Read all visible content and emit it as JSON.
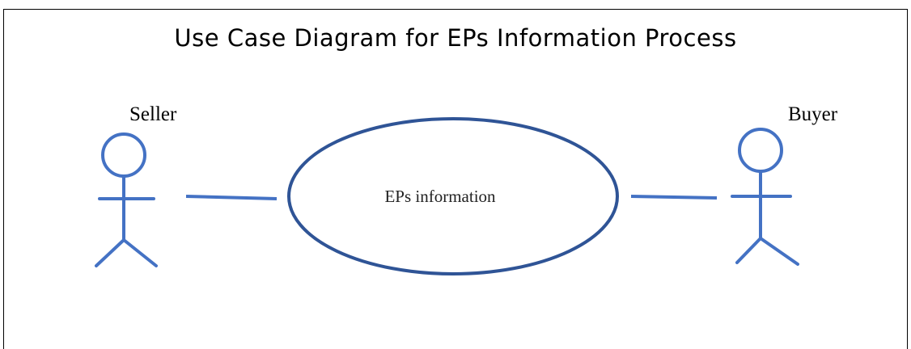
{
  "title": "Use Case Diagram for EPs Information Process",
  "actors": {
    "seller": {
      "label": "Seller"
    },
    "buyer": {
      "label": "Buyer"
    }
  },
  "use_case": {
    "label": "EPs information"
  },
  "colors": {
    "actor_stroke": "#4472c4",
    "use_case_stroke": "#2f5496",
    "frame": "#000000"
  }
}
